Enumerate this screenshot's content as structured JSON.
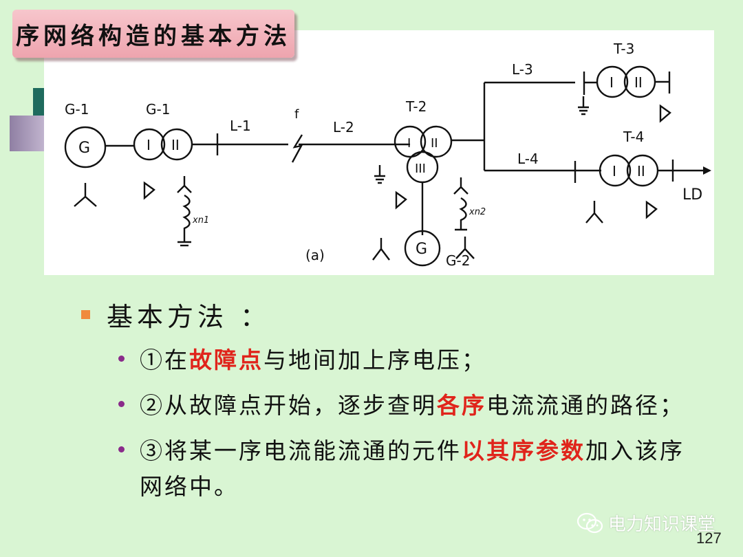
{
  "slide": {
    "title": "序网络构造的基本方法",
    "heading": "基本方法 ：",
    "items": [
      {
        "prefix": "①在",
        "highlight": "故障点",
        "suffix": "与地间加上序电压；"
      },
      {
        "prefix": "②从故障点开始，逐步查明",
        "highlight": "各序",
        "suffix": "电流流通的路径；"
      },
      {
        "prefix": "③将某一序电流能流通的元件",
        "highlight": "以其序参数",
        "suffix": "加入该序网络中。"
      }
    ],
    "page_number": "127"
  },
  "diagram": {
    "labels": {
      "g1_gen": "G-1",
      "gen_symbol": "G",
      "g1_tx": "G-1",
      "winding_1": "I",
      "winding_2": "II",
      "winding_3": "III",
      "l1": "L-1",
      "fault": "f",
      "l2": "L-2",
      "t2": "T-2",
      "l3": "L-3",
      "t3": "T-3",
      "l4": "L-4",
      "t4": "T-4",
      "ld": "LD",
      "g2": "G-2",
      "xn1": "xn1",
      "xn2": "xn2",
      "caption": "(a)"
    }
  },
  "watermark": {
    "text": "电力知识课堂",
    "icon": "wechat-icon"
  }
}
